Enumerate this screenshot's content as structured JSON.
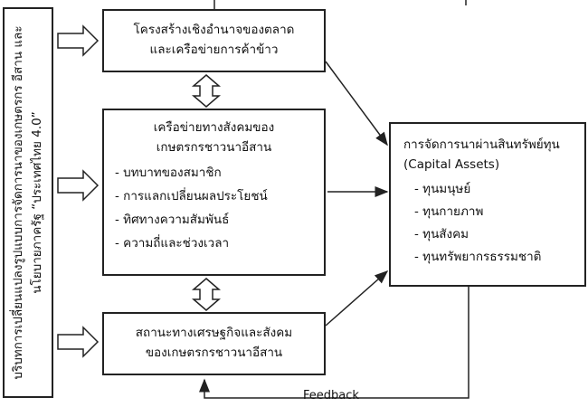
{
  "left_box": {
    "text": "บริบทการเปลี่ยนแปลงรูปแบบการจัดการนาของเกษตรกร อีสาน และนโยบายภาครัฐ “ประเทศไทย 4.0”"
  },
  "structure_box": {
    "line1": "โครงสร้างเชิงอำนาจของตลาด",
    "line2": "และเครือข่ายการค้าข้าว"
  },
  "network_box": {
    "line1": "เครือข่ายทางสังคมของ",
    "line2": "เกษตรกรชาวนาอีสาน",
    "items": [
      "บทบาทของสมาชิก",
      "การแลกเปลี่ยนผลประโยชน์",
      "ทิศทางความสัมพันธ์",
      "ความถี่และช่วงเวลา"
    ]
  },
  "status_box": {
    "line1": "สถานะทางเศรษฐกิจและสังคม",
    "line2": "ของเกษตรกรชาวนาอีสาน"
  },
  "capital_box": {
    "line1": "การจัดการนาผ่านสินทรัพย์ทุน",
    "line2": "(Capital Assets)",
    "items": [
      "ทุนมนุษย์",
      "ทุนกายภาพ",
      "ทุนสังคม",
      "ทุนทรัพยากรธรรมชาติ"
    ]
  },
  "feedback": "Feedback"
}
